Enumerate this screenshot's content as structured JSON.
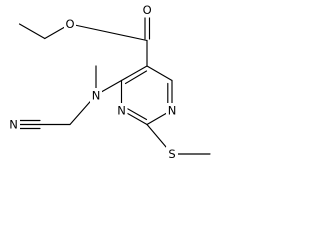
{
  "molecule": {
    "atoms": {
      "ester_o_single": "O",
      "ester_o_double": "O",
      "amine_n": "N",
      "nitrile_n": "N",
      "ring_n3": "N",
      "ring_n1": "N",
      "sulfur": "S"
    }
  },
  "colors": {
    "bond": "#000000",
    "label": "#000000",
    "background": "#ffffff"
  }
}
